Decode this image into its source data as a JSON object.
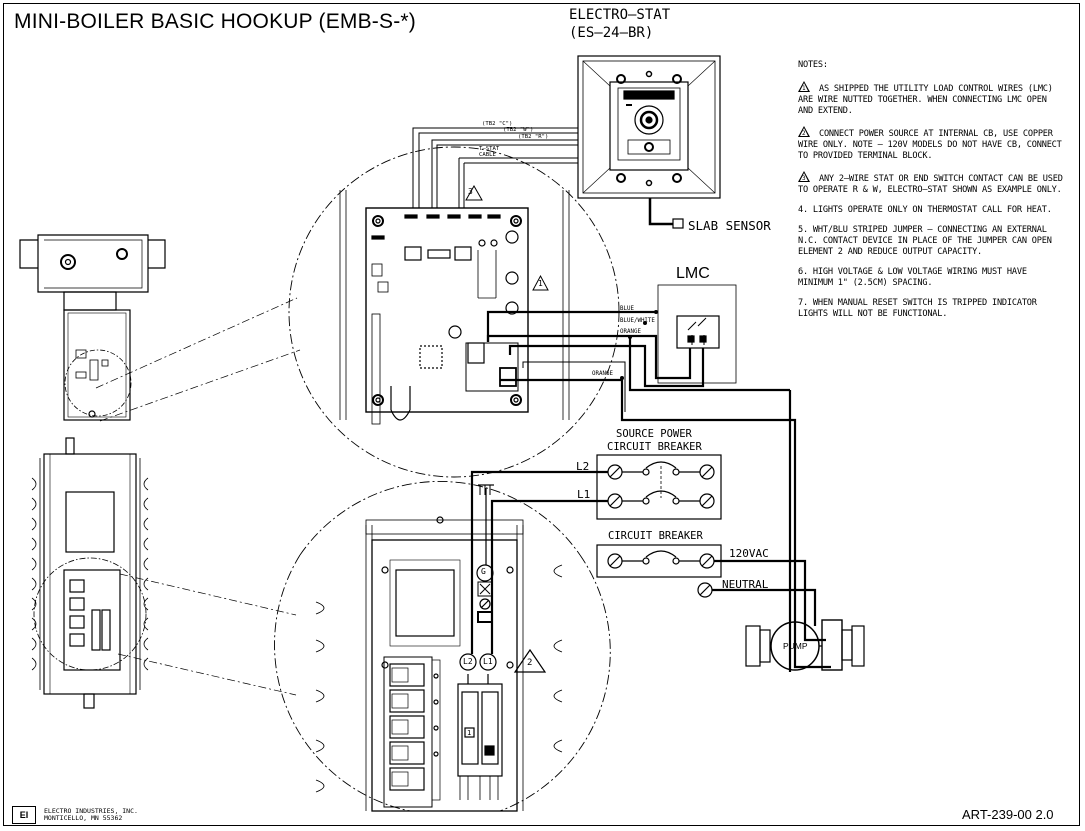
{
  "title": "MINI-BOILER BASIC HOOKUP (EMB-S-*)",
  "electrostat": {
    "name": "ELECTRO–STAT",
    "model": "(ES–24–BR)"
  },
  "labels": {
    "slab_sensor": "SLAB SENSOR",
    "lmc": "LMC",
    "tb2_c": "(TB2 \"C\")",
    "tb2_w": "(TB2 \"W\")",
    "tb2_r": "(TB2 \"R\")",
    "tstat_cable": "T–STAT\nCABLE",
    "blue": "BLUE",
    "blue_white": "BLUE/WHITE",
    "orange_1": "ORANGE",
    "orange_2": "ORANGE",
    "source_power": "SOURCE POWER",
    "source_breaker": "CIRCUIT BREAKER",
    "circuit_breaker": "CIRCUIT BREAKER",
    "l2": "L2",
    "l1": "L1",
    "v120": "120VAC",
    "neutral": "NEUTRAL",
    "pump": "PUMP",
    "g": "G",
    "l2_circle": "L2",
    "l1_circle": "L1",
    "breaker_1": "1",
    "note_ref_1": "1",
    "note_ref_2": "2",
    "note_ref_3": "3"
  },
  "notes": {
    "heading": "NOTES:",
    "items": [
      {
        "marker": "1",
        "text": " AS SHIPPED THE UTILITY LOAD CONTROL WIRES (LMC) ARE WIRE NUTTED TOGETHER. WHEN CONNECTING LMC OPEN AND EXTEND."
      },
      {
        "marker": "2",
        "text": " CONNECT POWER SOURCE AT INTERNAL CB, USE COPPER WIRE ONLY. NOTE – 120V MODELS DO NOT HAVE CB, CONNECT TO PROVIDED TERMINAL BLOCK."
      },
      {
        "marker": "3",
        "text": " ANY 2–WIRE STAT OR END SWITCH CONTACT CAN BE USED TO OPERATE R & W, ELECTRO–STAT SHOWN AS EXAMPLE ONLY."
      },
      {
        "marker": "",
        "text": "4. LIGHTS OPERATE ONLY ON THERMOSTAT CALL FOR HEAT."
      },
      {
        "marker": "",
        "text": "5. WHT/BLU STRIPED JUMPER – CONNECTING AN EXTERNAL N.C. CONTACT DEVICE IN PLACE OF THE JUMPER CAN OPEN ELEMENT 2 AND REDUCE OUTPUT CAPACITY."
      },
      {
        "marker": "",
        "text": "6. HIGH VOLTAGE & LOW VOLTAGE WIRING MUST HAVE MINIMUM 1\" (2.5CM) SPACING."
      },
      {
        "marker": "",
        "text": "7. WHEN MANUAL RESET SWITCH IS TRIPPED INDICATOR LIGHTS WILL NOT BE FUNCTIONAL."
      }
    ]
  },
  "company": {
    "name": "ELECTRO INDUSTRIES, INC.",
    "city": "MONTICELLO, MN 55362"
  },
  "drawing_number": "ART-239-00 2.0"
}
